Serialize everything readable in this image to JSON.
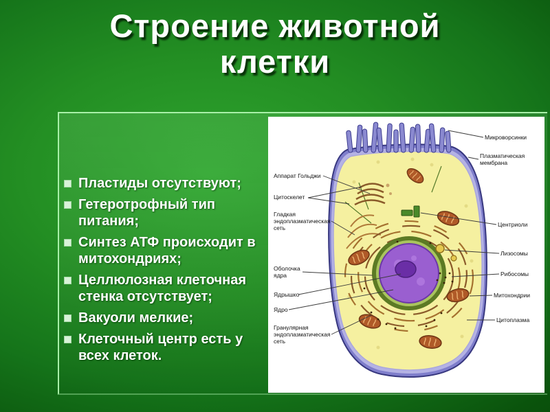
{
  "slide": {
    "title": "Строение животной клетки",
    "bullets": [
      "Пластиды отсутствуют;",
      "Гетеротрофный тип питания;",
      "Синтез АТФ происходит в митохондриях;",
      "Целлюлозная клеточная стенка отсутствует;",
      "Вакуоли мелкие;",
      "Клеточный центр есть у всех клеток."
    ]
  },
  "diagram": {
    "left_labels": [
      "Аппарат Гольджи",
      "Цитоскелет",
      "Гладкая эндоплазматическая сеть",
      "Оболочка ядра",
      "Ядрышко",
      "Ядро",
      "Гранулярная эндоплазматическая сеть"
    ],
    "right_labels": [
      "Микроворсинки",
      "Плазматическая мембрана",
      "Центриоли",
      "Лизосомы",
      "Рибосомы",
      "Митохондрии",
      "Цитоплазма"
    ]
  },
  "colors": {
    "background_green": "#1d8a1e",
    "panel_highlight": "#a9f0a9",
    "title_text": "#ffffff",
    "bullet_square": "#d8f3d8",
    "membrane_blue": "#7f7ecb",
    "cytoplasm_yellow": "#f5f0a0",
    "nucleus_purple": "#9a5fd0",
    "nucleolus_purple": "#6a2ea6",
    "mitochondrion_brown": "#b05a28"
  }
}
